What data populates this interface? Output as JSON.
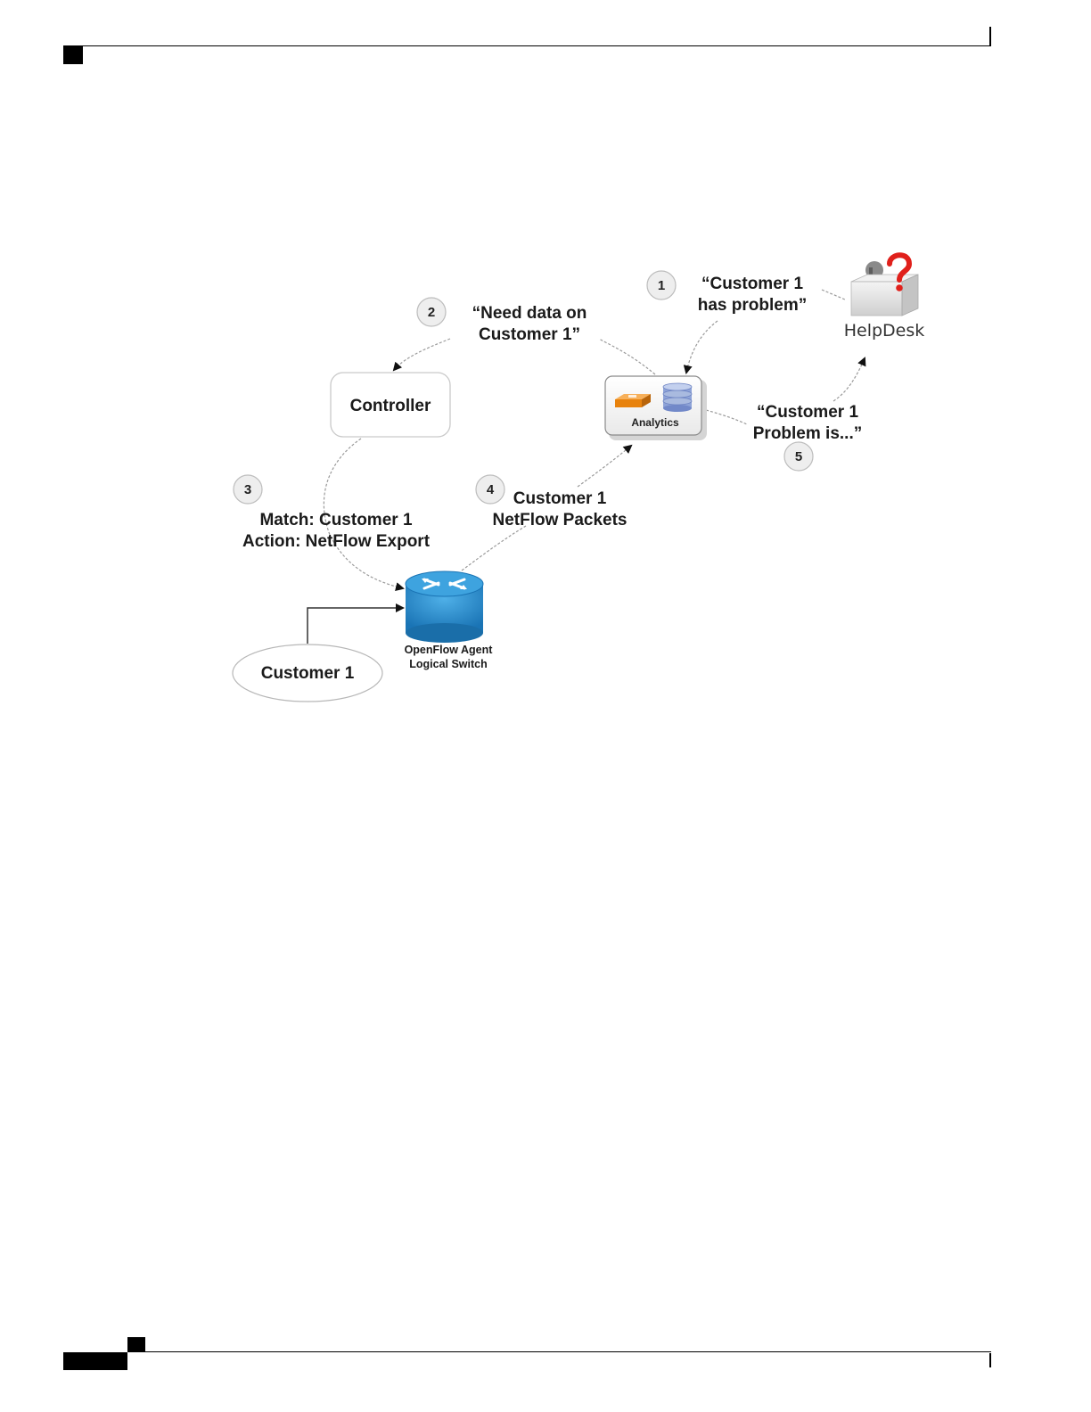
{
  "figure": {
    "steps": [
      {
        "number": "1",
        "line1": "“Customer 1",
        "line2": "has problem”"
      },
      {
        "number": "2",
        "line1": "“Need data on",
        "line2": "Customer 1”"
      },
      {
        "number": "3",
        "line1": "Match: Customer 1",
        "line2": "Action: NetFlow Export"
      },
      {
        "number": "4",
        "line1": "Customer 1",
        "line2": "NetFlow Packets"
      },
      {
        "number": "5",
        "line1": "“Customer 1",
        "line2": "Problem is...”"
      }
    ],
    "nodes": {
      "controller": "Controller",
      "analytics": "Analytics",
      "helpdesk": "HelpDesk",
      "switch_line1": "OpenFlow Agent",
      "switch_line2": "Logical Switch",
      "customer": "Customer 1"
    },
    "colors": {
      "switch": "#1f86c8",
      "analytics_box": "#e8820c",
      "database": "#8fa4d8",
      "question_mark": "#e0201b"
    }
  }
}
